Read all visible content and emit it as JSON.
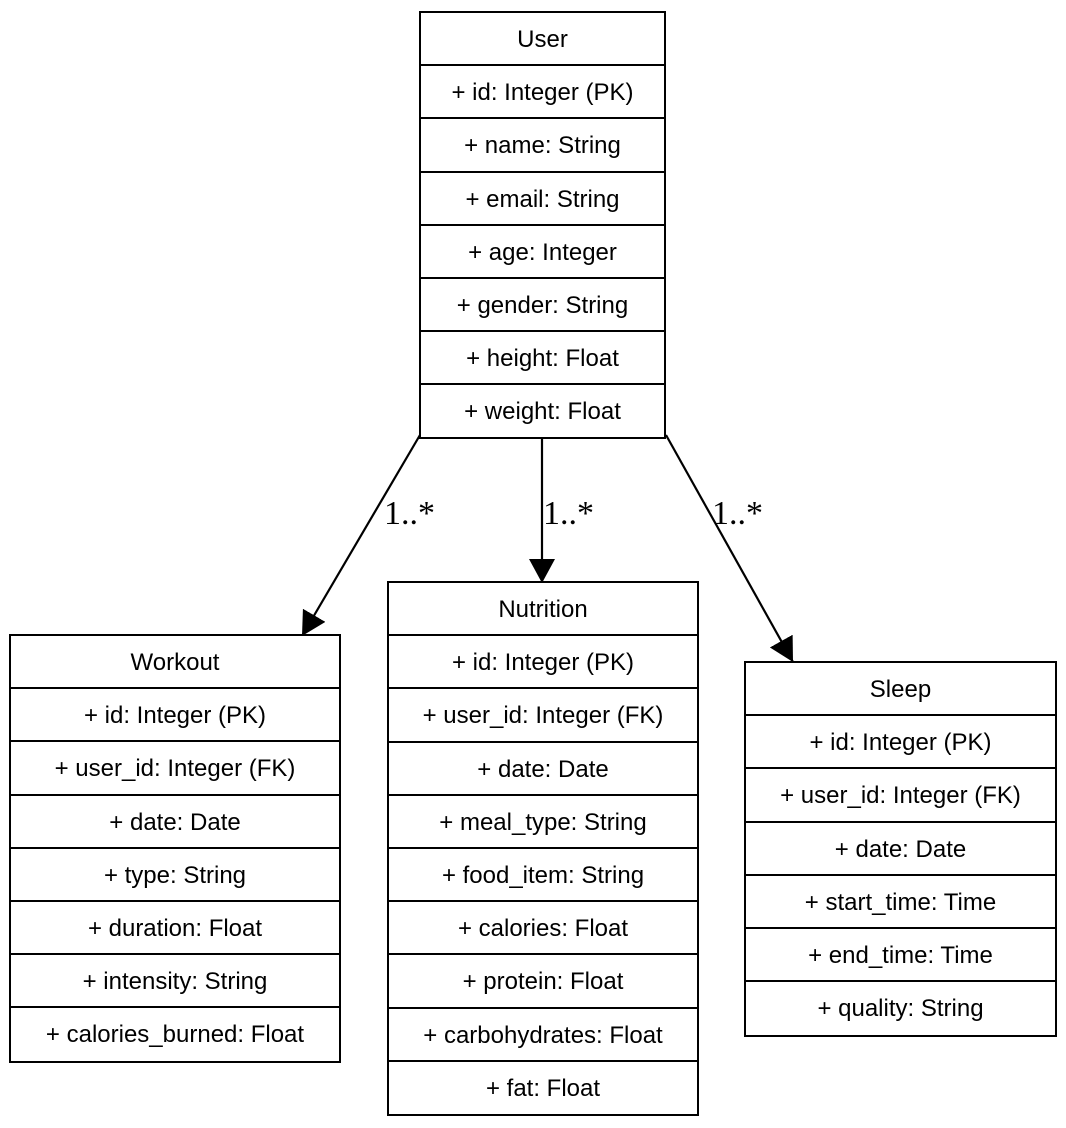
{
  "entities": {
    "user": {
      "name": "User",
      "attributes": [
        "+ id: Integer (PK)",
        "+ name: String",
        "+ email: String",
        "+ age: Integer",
        "+ gender: String",
        "+ height: Float",
        "+ weight: Float"
      ]
    },
    "workout": {
      "name": "Workout",
      "attributes": [
        "+ id: Integer (PK)",
        "+ user_id: Integer (FK)",
        "+ date: Date",
        "+ type: String",
        "+ duration: Float",
        "+ intensity: String",
        "+ calories_burned: Float"
      ]
    },
    "nutrition": {
      "name": "Nutrition",
      "attributes": [
        "+ id: Integer (PK)",
        "+ user_id: Integer (FK)",
        "+ date: Date",
        "+ meal_type: String",
        "+ food_item: String",
        "+ calories: Float",
        "+ protein: Float",
        "+ carbohydrates: Float",
        "+ fat: Float"
      ]
    },
    "sleep": {
      "name": "Sleep",
      "attributes": [
        "+ id: Integer (PK)",
        "+ user_id: Integer (FK)",
        "+ date: Date",
        "+ start_time: Time",
        "+ end_time: Time",
        "+ quality: String"
      ]
    }
  },
  "relationships": [
    {
      "from": "User",
      "to": "Workout",
      "label": "1..*"
    },
    {
      "from": "User",
      "to": "Nutrition",
      "label": "1..*"
    },
    {
      "from": "User",
      "to": "Sleep",
      "label": "1..*"
    }
  ]
}
